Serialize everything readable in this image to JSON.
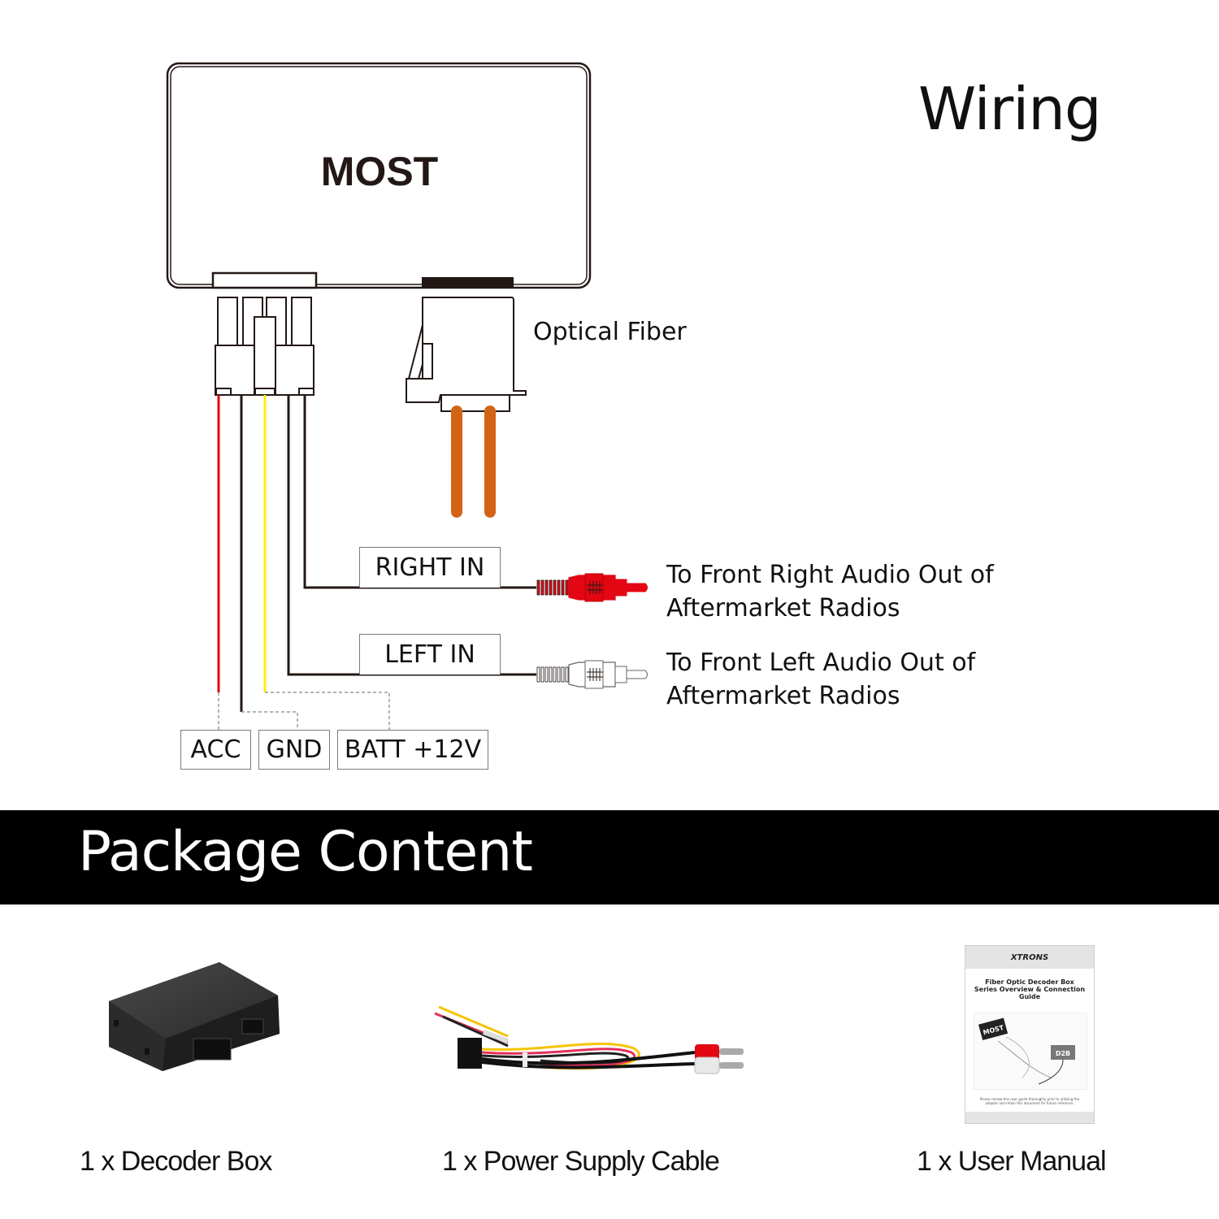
{
  "wiring": {
    "title": "Wiring",
    "module_label": "MOST",
    "optical_fiber_label": "Optical Fiber",
    "inputs": [
      {
        "label": "RIGHT IN",
        "destination_line1": "To Front Right Audio Out of",
        "destination_line2": "Aftermarket Radios",
        "plug_color": "#e30613"
      },
      {
        "label": "LEFT IN",
        "destination_line1": "To Front Left Audio Out of",
        "destination_line2": "Aftermarket Radios",
        "plug_color": "#ffffff"
      }
    ],
    "power_terminals": [
      {
        "label": "ACC",
        "wire_color": "#e30613"
      },
      {
        "label": "GND",
        "wire_color": "#231815"
      },
      {
        "label": "BATT +12V",
        "wire_color": "#fff100"
      }
    ],
    "colors": {
      "fiber": "#d46415",
      "outline": "#231815"
    }
  },
  "package": {
    "title": "Package Content",
    "items": [
      {
        "caption": "1 x Decoder Box",
        "icon": "decoder-box-image"
      },
      {
        "caption": "1 x Power Supply Cable",
        "icon": "power-cable-image"
      },
      {
        "caption": "1 x User Manual",
        "icon": "user-manual-image"
      }
    ],
    "manual": {
      "brand": "XTRONS",
      "title_line1": "Fiber Optic Decoder Box",
      "title_line2": "Series Overview & Connection",
      "title_line3": "Guide",
      "box1_label": "MOST",
      "box2_label": "D2B",
      "footer_text": "Please review this user guide thoroughly prior to utilizing the adapter and retain this document for future reference."
    }
  }
}
